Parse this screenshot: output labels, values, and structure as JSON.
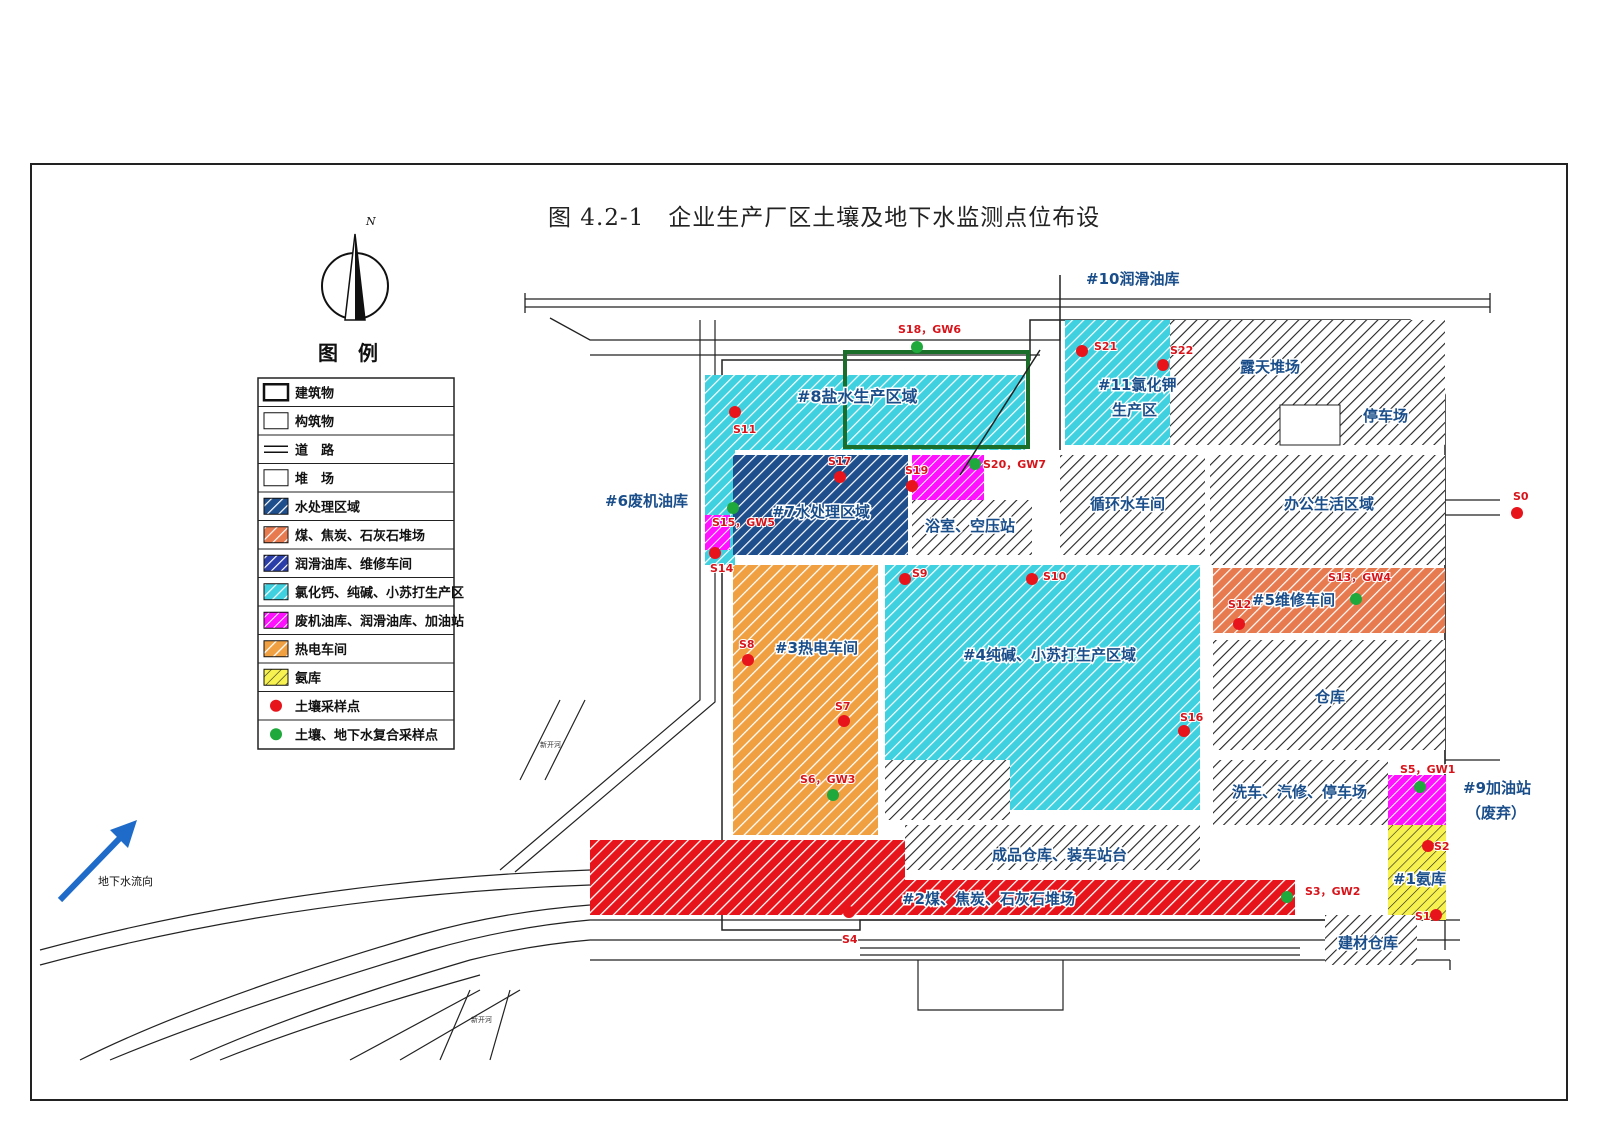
{
  "title": "图 4.2-1　企业生产厂区土壤及地下水监测点位布设",
  "compass": {
    "north": "N"
  },
  "legend": {
    "title": "图　例",
    "items": [
      {
        "label": "建筑物",
        "symbol": "building"
      },
      {
        "label": "构筑物",
        "symbol": "structure"
      },
      {
        "label": "道　路",
        "symbol": "road"
      },
      {
        "label": "堆　场",
        "symbol": "yard"
      },
      {
        "label": "水处理区域",
        "symbol": "hatch",
        "color": "#1f4e8c"
      },
      {
        "label": "煤、焦炭、石灰石堆场",
        "symbol": "hatch",
        "color": "#f26522"
      },
      {
        "label": "润滑油库、维修车间",
        "symbol": "hatch",
        "color": "#2b3da8"
      },
      {
        "label": "氯化钙、纯碱、小苏打生产区",
        "symbol": "hatch",
        "color": "#3fd1df"
      },
      {
        "label": "废机油库、润滑油库、加油站",
        "symbol": "fill",
        "color": "#ff10ff"
      },
      {
        "label": "热电车间",
        "symbol": "fill",
        "color": "#f0a040"
      },
      {
        "label": "氨库",
        "symbol": "fill",
        "color": "#f7f250"
      },
      {
        "label": "土壤采样点",
        "symbol": "dot",
        "color": "#e8141b"
      },
      {
        "label": "土壤、地下水复合采样点",
        "symbol": "dot",
        "color": "#1fa83c"
      }
    ]
  },
  "groundwater_flow": "地下水流向",
  "colors": {
    "soil_point": "#e8141b",
    "composite_point": "#1fa83c",
    "cyan_zone": "#3fd1df",
    "orange_zone": "#f0a040",
    "red_zone": "#e8141b",
    "magenta_zone": "#ff10ff",
    "yellow_zone": "#f7f250",
    "navy_zone": "#1f4e8c",
    "hatch_gray": "#222222",
    "label_blue": "#1a4e8a"
  },
  "zones": {
    "z8": "#8盐水生产区域",
    "z10": "#10润滑油库",
    "z11a": "#11氯化钾",
    "z11b": "生产区",
    "open_yard": "露天堆场",
    "parking": "停车场",
    "z6": "#6废机油库",
    "z7": "#7水处理区域",
    "bath": "浴室、空压站",
    "cooling": "循环水车间",
    "office": "办公生活区域",
    "z3": "#3热电车间",
    "z4": "#4纯碱、小苏打生产区域",
    "z5": "#5维修车间",
    "warehouse": "仓库",
    "wash": "洗车、汽修、停车场",
    "z9a": "#9加油站",
    "z9b": "（废弃）",
    "finished": "成品仓库、装车站台",
    "z2": "#2煤、焦炭、石灰石堆场",
    "z1": "#1氨库",
    "material": "建材仓库"
  },
  "points": {
    "s0": "S0",
    "s1": "S1",
    "s2": "S2",
    "s3": "S3，GW2",
    "s4": "S4",
    "s5": "S5，GW1",
    "s6": "S6，GW3",
    "s7": "S7",
    "s8": "S8",
    "s9": "S9",
    "s10": "S10",
    "s11": "S11",
    "s12": "S12",
    "s13": "S13，GW4",
    "s14": "S14",
    "s15": "S15，GW5",
    "s16": "S16",
    "s17": "S17",
    "s18": "S18，GW6",
    "s19": "S19",
    "s20": "S20，GW7",
    "s21": "S21",
    "s22": "S22"
  }
}
